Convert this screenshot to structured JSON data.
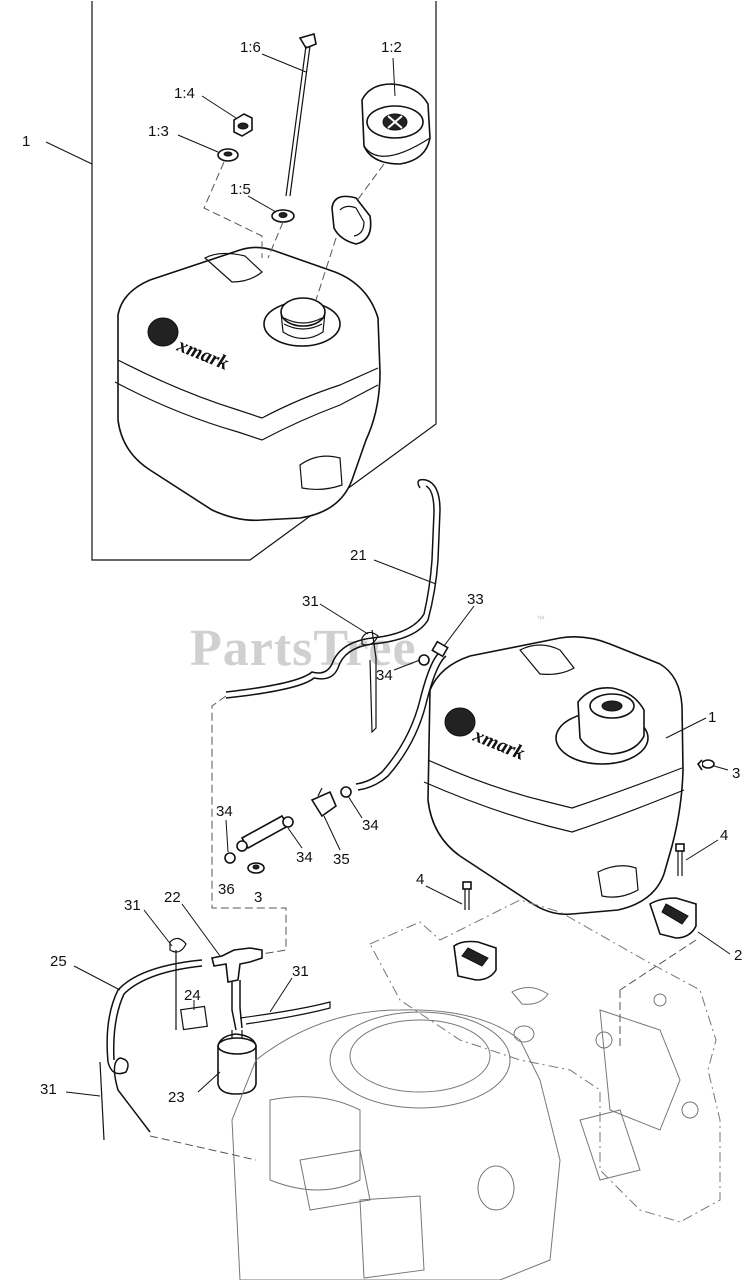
{
  "watermark": {
    "text": "PartsTree",
    "trademark": "™"
  },
  "tank_brand": "xmark",
  "callouts": [
    {
      "id": "c-1-kit",
      "label": "1"
    },
    {
      "id": "c-1-6",
      "label": "1:6"
    },
    {
      "id": "c-1-2",
      "label": "1:2"
    },
    {
      "id": "c-1-4",
      "label": "1:4"
    },
    {
      "id": "c-1-3",
      "label": "1:3"
    },
    {
      "id": "c-1-5",
      "label": "1:5"
    },
    {
      "id": "c-21",
      "label": "21"
    },
    {
      "id": "c-31-a",
      "label": "31"
    },
    {
      "id": "c-33",
      "label": "33"
    },
    {
      "id": "c-34-a",
      "label": "34"
    },
    {
      "id": "c-1-tank",
      "label": "1"
    },
    {
      "id": "c-34-b",
      "label": "34"
    },
    {
      "id": "c-34-c",
      "label": "34"
    },
    {
      "id": "c-34-d",
      "label": "34"
    },
    {
      "id": "c-35",
      "label": "35"
    },
    {
      "id": "c-36",
      "label": "36"
    },
    {
      "id": "c-3-a",
      "label": "3"
    },
    {
      "id": "c-4-a",
      "label": "4"
    },
    {
      "id": "c-4-b",
      "label": "4"
    },
    {
      "id": "c-31-b",
      "label": "31"
    },
    {
      "id": "c-22",
      "label": "22"
    },
    {
      "id": "c-25",
      "label": "25"
    },
    {
      "id": "c-31-c",
      "label": "31"
    },
    {
      "id": "c-24",
      "label": "24"
    },
    {
      "id": "c-2",
      "label": "2"
    },
    {
      "id": "c-23",
      "label": "23"
    },
    {
      "id": "c-31-d",
      "label": "31"
    },
    {
      "id": "c-3-b",
      "label": "3"
    }
  ]
}
